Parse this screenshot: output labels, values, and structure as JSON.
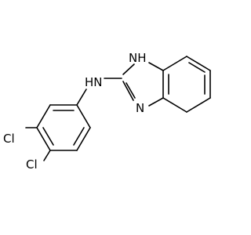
{
  "molecule": {
    "atom_labels": {
      "nh_ring": "NH",
      "n_ring": "N",
      "nh_amine": "HN",
      "cl_meta": "Cl",
      "cl_para": "Cl"
    },
    "colors": {
      "bond": "#000000",
      "label": "#000000",
      "background": "#ffffff"
    }
  }
}
